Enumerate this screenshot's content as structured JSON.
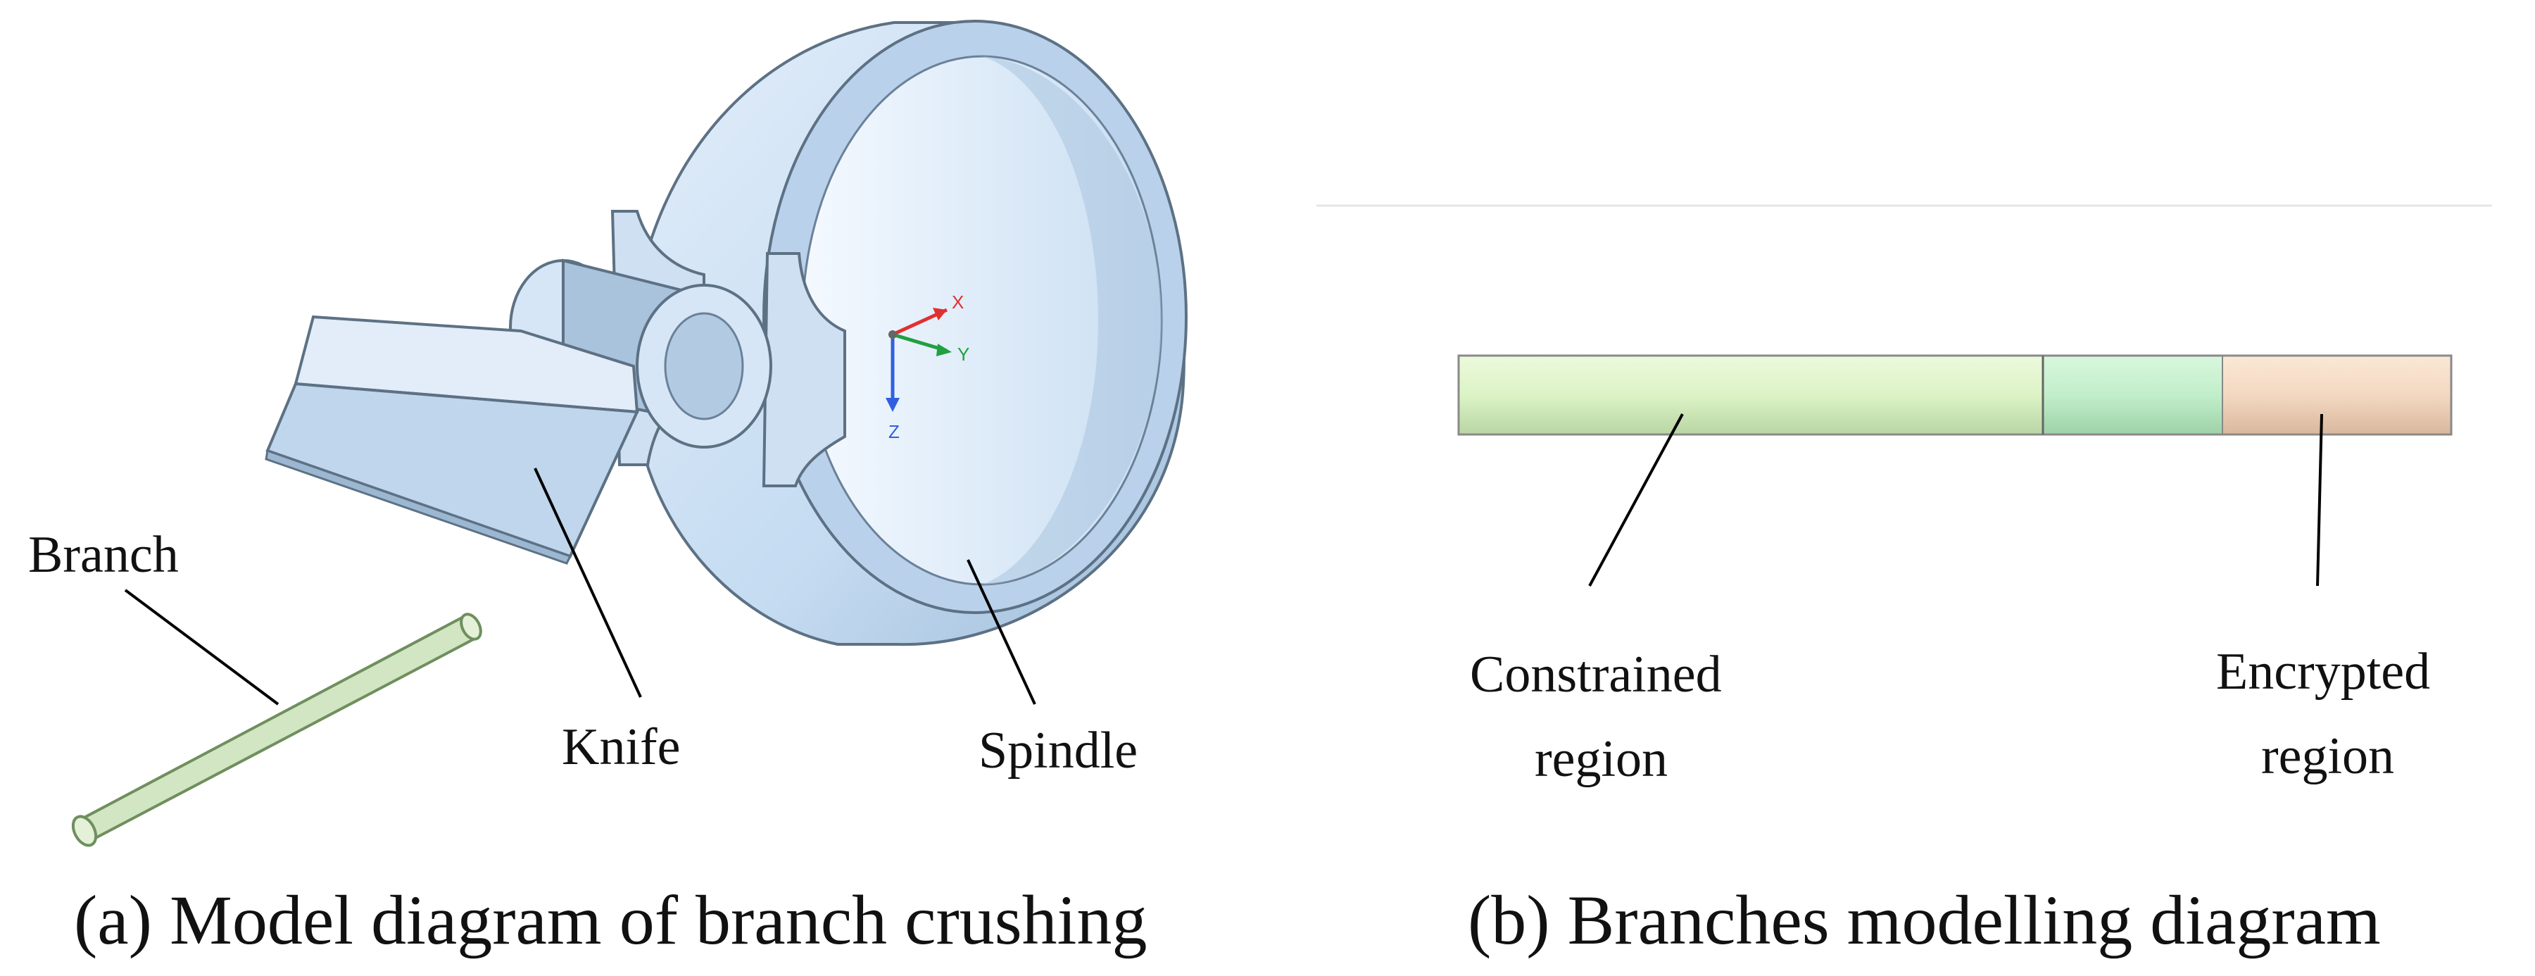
{
  "panel_a": {
    "caption": "(a) Model diagram of branch crushing",
    "labels": {
      "branch": "Branch",
      "knife": "Knife",
      "spindle": "Spindle"
    },
    "axes": {
      "x": "X",
      "y": "Y",
      "z": "Z"
    }
  },
  "panel_b": {
    "caption": "(b) Branches modelling diagram",
    "labels": {
      "constrained_line1": "Constrained",
      "constrained_line2": "region",
      "encrypted_line1": "Encrypted",
      "encrypted_line2": "region"
    }
  },
  "colors": {
    "branch": "#cfe4c2",
    "metal": "#c7ddf2",
    "metal_dark": "#8aa6c1",
    "region_constrained": "#dff5c9",
    "region_middle": "#c4f0cc",
    "region_encrypted": "#f5dcc6",
    "axis_x": "#e03030",
    "axis_y": "#20a040",
    "axis_z": "#3060e0"
  }
}
